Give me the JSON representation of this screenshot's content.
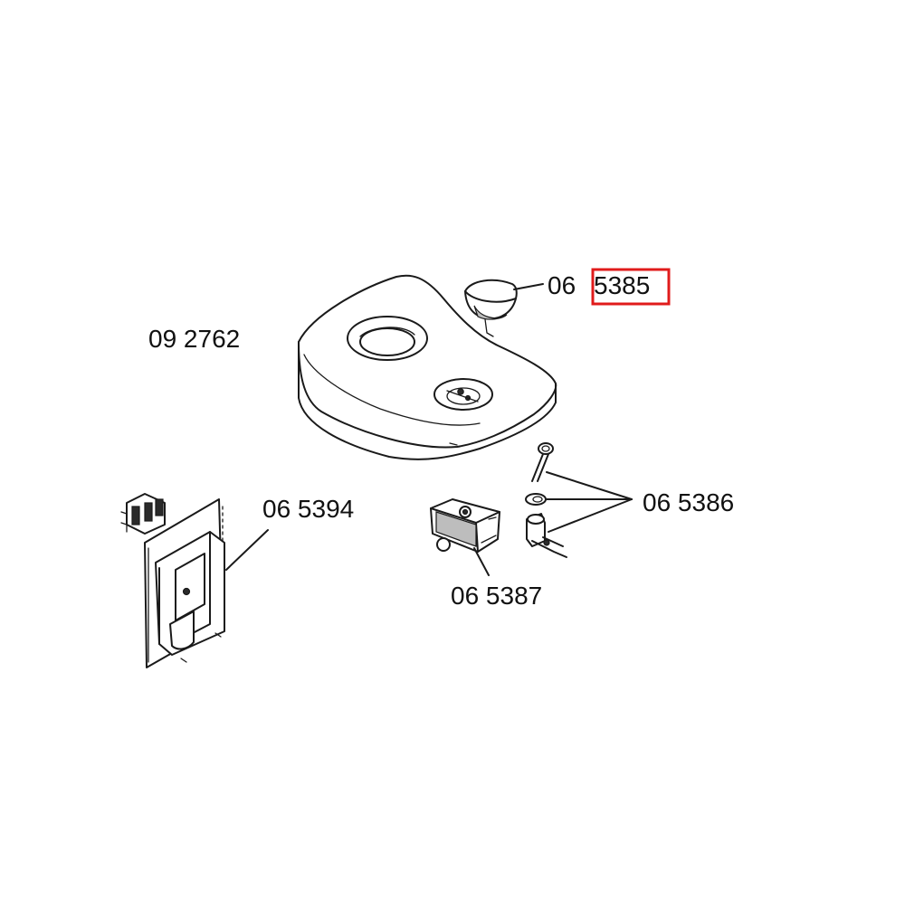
{
  "colors": {
    "line": "#1a1a1a",
    "highlight": "#e01b1b",
    "background": "#ffffff"
  },
  "labels": {
    "tank": "09 2762",
    "lid": {
      "prefix": "06",
      "number": "5385"
    },
    "board": "06 5394",
    "pump": "06 5387",
    "valve_parts": "06 5386"
  },
  "highlighted_part": "5385"
}
